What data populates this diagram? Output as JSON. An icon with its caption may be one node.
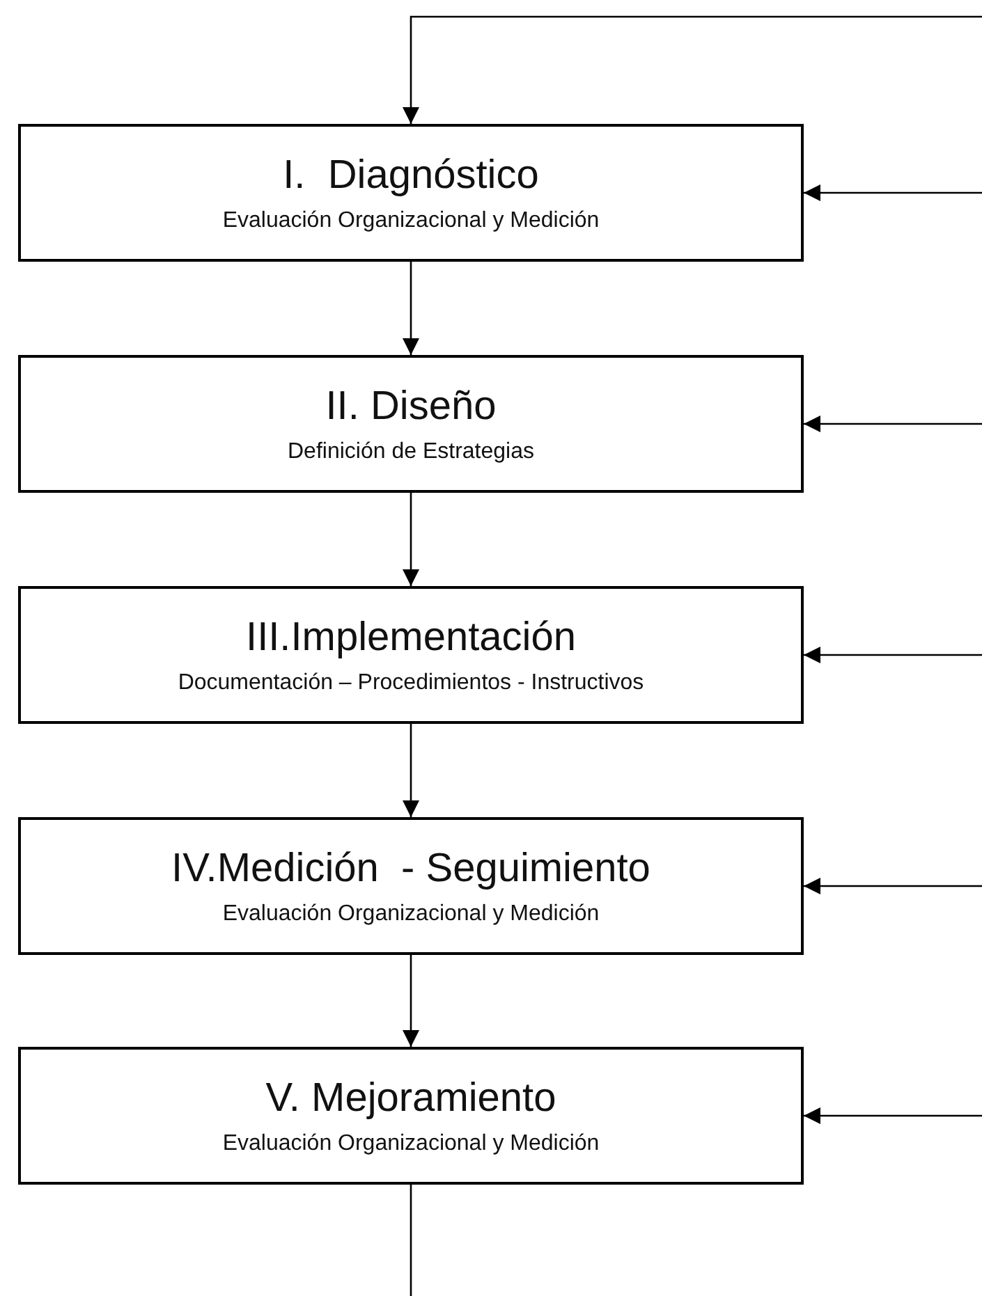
{
  "diagram": {
    "nodes": [
      {
        "text": [
          "I.  Diagnóstico",
          "Evaluación Organizacional y Medición"
        ]
      },
      {
        "text": [
          "II. Diseño",
          "Definición de Estrategias"
        ]
      },
      {
        "text": [
          "III.Implementación",
          "Documentación – Procedimientos - Instructivos"
        ]
      },
      {
        "text": [
          "IV.Medición  - Seguimiento",
          "Evaluación Organizacional y Medición"
        ]
      },
      {
        "text": [
          "V. Mejoramiento",
          "Evaluación Organizacional y Medición"
        ]
      }
    ],
    "edges": [
      {
        "from": null,
        "to": 0,
        "arrow": "to"
      },
      {
        "from": null,
        "to": 0,
        "arrow": "to"
      },
      {
        "from": 0,
        "to": 1,
        "arrow": "to"
      },
      {
        "from": null,
        "to": 1,
        "arrow": "to"
      },
      {
        "from": 1,
        "to": 2,
        "arrow": "to"
      },
      {
        "from": null,
        "to": 2,
        "arrow": "to"
      },
      {
        "from": 2,
        "to": 3,
        "arrow": "to"
      },
      {
        "from": null,
        "to": 3,
        "arrow": "to"
      },
      {
        "from": 3,
        "to": 4,
        "arrow": "to"
      },
      {
        "from": null,
        "to": 4,
        "arrow": "to"
      },
      {
        "from": 4,
        "to": null,
        "arrow": "none"
      }
    ]
  }
}
